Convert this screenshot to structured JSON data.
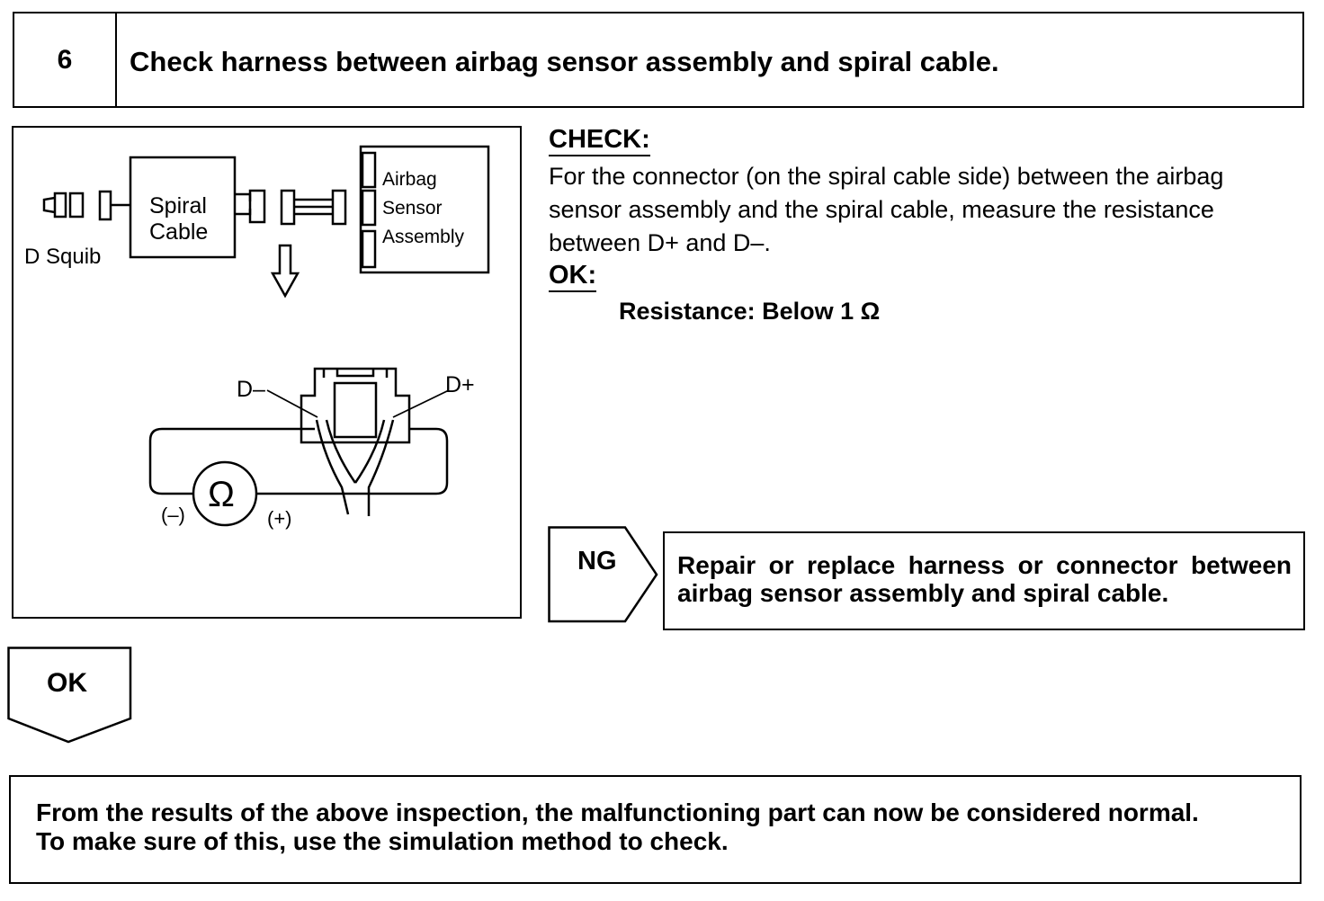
{
  "step": {
    "number": "6",
    "title": "Check harness between airbag sensor assembly and spiral cable."
  },
  "diagram": {
    "spiral_cable_line1": "Spiral",
    "spiral_cable_line2": "Cable",
    "airbag_line1": "Airbag",
    "airbag_line2": "Sensor",
    "airbag_line3": "Assembly",
    "squib_label": "D Squib",
    "d_minus_label": "D–",
    "d_plus_label": "D+",
    "ohm_symbol": "Ω",
    "neg_label": "(–)",
    "pos_label": "(+)"
  },
  "check": {
    "heading": "CHECK:",
    "line1": "For the connector (on the spiral cable side) between the airbag",
    "line2": "sensor assembly and the spiral cable, measure the resistance",
    "line3": "between D+ and D–.",
    "ok_heading": "OK:",
    "spec": "Resistance: Below 1 Ω"
  },
  "ng": {
    "label": "NG",
    "text": "Repair or replace harness or connector between airbag sensor assembly and spiral cable."
  },
  "ok": {
    "label": "OK"
  },
  "result": {
    "line1": "From the results of the above inspection, the malfunctioning part can now be considered normal.",
    "line2": "To make sure of this, use the simulation method to check."
  }
}
